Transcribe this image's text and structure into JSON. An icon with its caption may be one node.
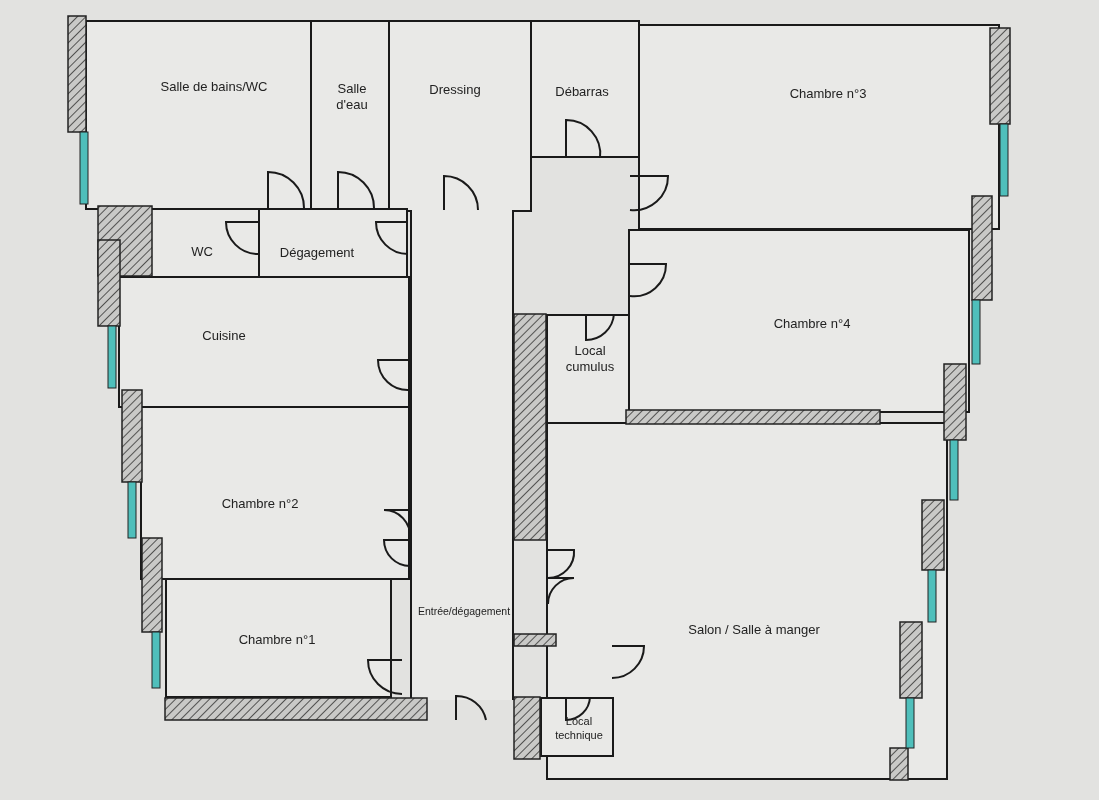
{
  "diagram": {
    "nodes": [
      {
        "text": [
          "Salle de bains/WC"
        ]
      },
      {
        "text": [
          "Salle d'eau"
        ]
      },
      {
        "text": [
          "Dressing"
        ]
      },
      {
        "text": [
          "Débarras"
        ]
      },
      {
        "text": [
          "Chambre n°3"
        ]
      },
      {
        "text": [
          "WC"
        ]
      },
      {
        "text": [
          "Dégagement"
        ]
      },
      {
        "text": [
          "Cuisine"
        ]
      },
      {
        "text": [
          "Chambre n°4"
        ]
      },
      {
        "text": [
          "Local cumulus"
        ]
      },
      {
        "text": [
          "Chambre n°2"
        ]
      },
      {
        "text": [
          "Entrée/dégagement"
        ]
      },
      {
        "text": [
          "Salon / Salle à manger"
        ]
      },
      {
        "text": [
          "Chambre n°1"
        ]
      },
      {
        "text": [
          "Local technique"
        ]
      }
    ],
    "edges": []
  }
}
